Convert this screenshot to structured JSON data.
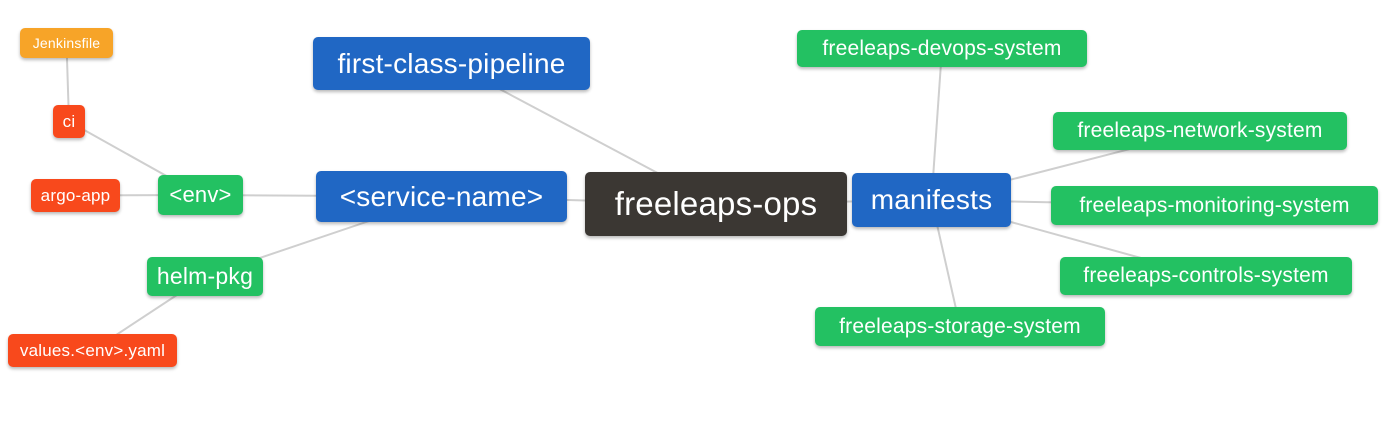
{
  "diagram": {
    "type": "mindmap",
    "central_node": "freeleaps-ops",
    "colors": {
      "blue": "#2067c4",
      "dark": "#3b3733",
      "green": "#23c162",
      "red": "#f8491c",
      "orange": "#f7a428",
      "edge": "#cfcfcf",
      "background": "#ffffff",
      "text": "#ffffff"
    },
    "nodes": [
      {
        "id": "jenkinsfile",
        "label": "Jenkinsfile",
        "color": "orange"
      },
      {
        "id": "ci",
        "label": "ci",
        "color": "red"
      },
      {
        "id": "argo-app",
        "label": "argo-app",
        "color": "red"
      },
      {
        "id": "env",
        "label": "<env>",
        "color": "green"
      },
      {
        "id": "helm-pkg",
        "label": "helm-pkg",
        "color": "green"
      },
      {
        "id": "values-env-yaml",
        "label": "values.<env>.yaml",
        "color": "red"
      },
      {
        "id": "first-class-pipeline",
        "label": "first-class-pipeline",
        "color": "blue"
      },
      {
        "id": "service-name",
        "label": "<service-name>",
        "color": "blue"
      },
      {
        "id": "freeleaps-ops",
        "label": "freeleaps-ops",
        "color": "dark"
      },
      {
        "id": "manifests",
        "label": "manifests",
        "color": "blue"
      },
      {
        "id": "freeleaps-devops-system",
        "label": "freeleaps-devops-system",
        "color": "green"
      },
      {
        "id": "freeleaps-network-system",
        "label": "freeleaps-network-system",
        "color": "green"
      },
      {
        "id": "freeleaps-monitoring-system",
        "label": "freeleaps-monitoring-system",
        "color": "green"
      },
      {
        "id": "freeleaps-controls-system",
        "label": "freeleaps-controls-system",
        "color": "green"
      },
      {
        "id": "freeleaps-storage-system",
        "label": "freeleaps-storage-system",
        "color": "green"
      }
    ],
    "edges": [
      [
        "jenkinsfile",
        "ci"
      ],
      [
        "ci",
        "env"
      ],
      [
        "argo-app",
        "env"
      ],
      [
        "env",
        "service-name"
      ],
      [
        "helm-pkg",
        "service-name"
      ],
      [
        "values-env-yaml",
        "helm-pkg"
      ],
      [
        "service-name",
        "freeleaps-ops"
      ],
      [
        "first-class-pipeline",
        "freeleaps-ops"
      ],
      [
        "freeleaps-ops",
        "manifests"
      ],
      [
        "manifests",
        "freeleaps-devops-system"
      ],
      [
        "manifests",
        "freeleaps-network-system"
      ],
      [
        "manifests",
        "freeleaps-monitoring-system"
      ],
      [
        "manifests",
        "freeleaps-controls-system"
      ],
      [
        "manifests",
        "freeleaps-storage-system"
      ]
    ]
  }
}
